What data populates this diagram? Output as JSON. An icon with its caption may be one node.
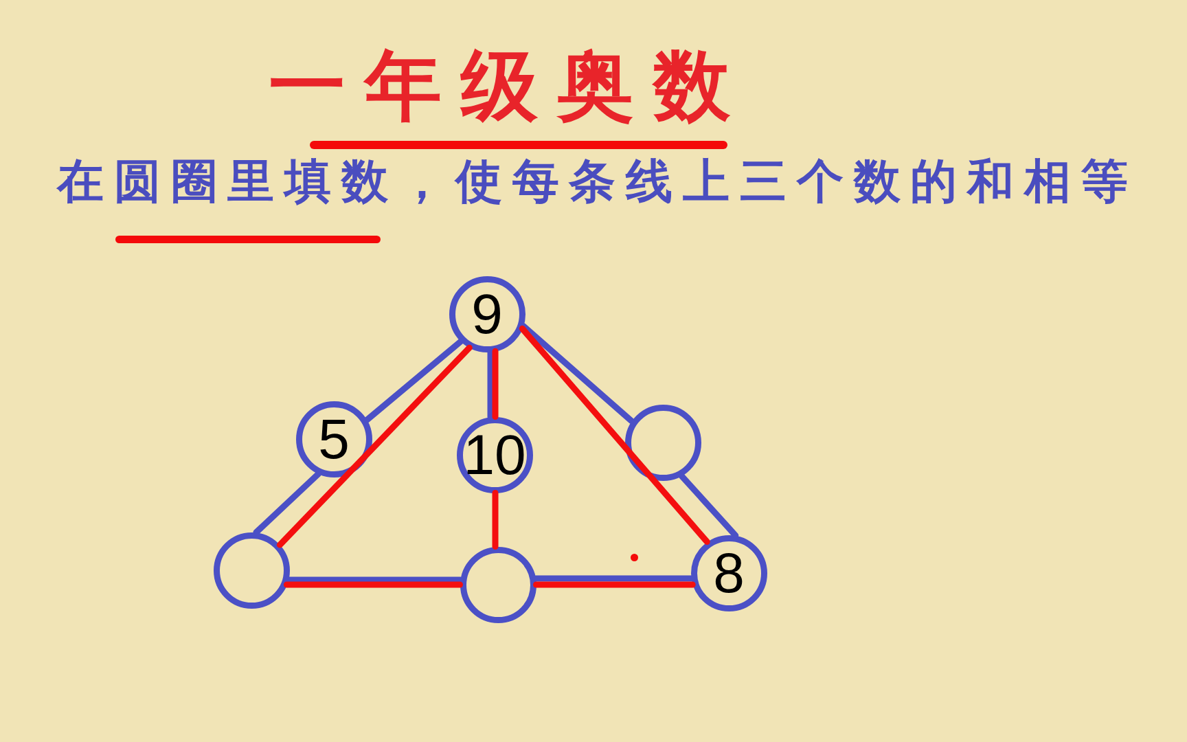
{
  "diagram": {
    "title": "一年级奥数",
    "nodes": [
      {
        "text": [
          "9"
        ]
      },
      {
        "text": [
          "5"
        ]
      },
      {
        "text": [
          "10"
        ]
      },
      {
        "text": [],
        "shape": "circle"
      },
      {
        "text": [],
        "shape": "circle"
      },
      {
        "text": [],
        "shape": "circle"
      },
      {
        "text": [
          "8"
        ]
      }
    ],
    "edges": [
      {
        "from": 0,
        "to": 1,
        "arrow": "none"
      },
      {
        "from": 1,
        "to": 4,
        "arrow": "none"
      },
      {
        "from": 0,
        "to": 2,
        "arrow": "none"
      },
      {
        "from": 0,
        "to": 3,
        "arrow": "none"
      },
      {
        "from": 3,
        "to": 6,
        "arrow": "none"
      },
      {
        "from": 4,
        "to": 5,
        "arrow": "none"
      },
      {
        "from": 5,
        "to": 6,
        "arrow": "none"
      },
      {
        "from": 4,
        "to": 0,
        "arrow": "none",
        "color": "#f40f0f"
      },
      {
        "from": 0,
        "to": 2,
        "arrow": "none",
        "color": "#f40f0f"
      },
      {
        "from": 2,
        "to": 5,
        "arrow": "none",
        "color": "#f40f0f"
      },
      {
        "from": 0,
        "to": 6,
        "arrow": "none",
        "color": "#f40f0f"
      },
      {
        "from": 4,
        "to": 5,
        "arrow": "none",
        "color": "#f40f0f"
      },
      {
        "from": 5,
        "to": 6,
        "arrow": "none",
        "color": "#f40f0f"
      }
    ],
    "labels": [
      "在圆圈里填数，使每条线上三个数的和相等"
    ]
  }
}
